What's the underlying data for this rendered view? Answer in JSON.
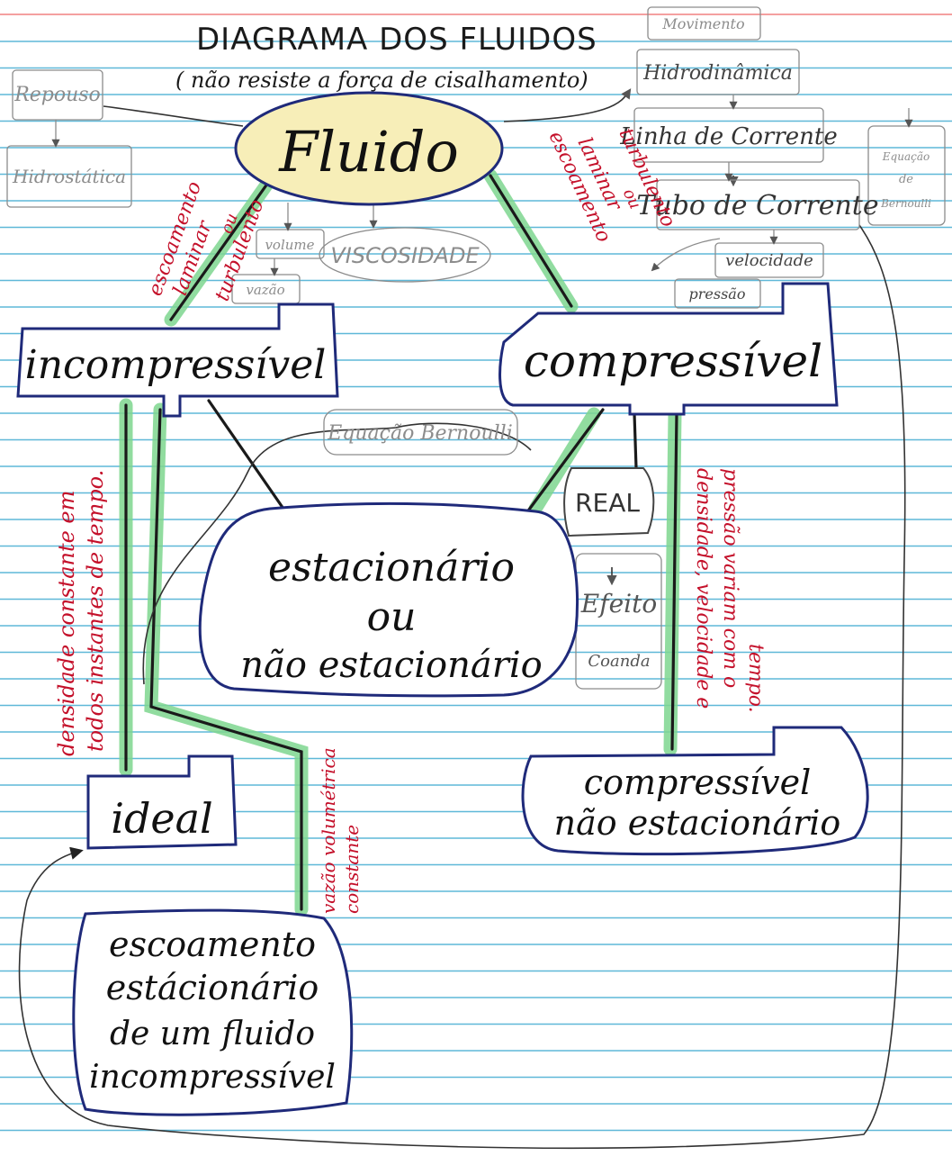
{
  "title": "DIAGRAMA DOS FLUIDOS",
  "subtitle": "( não resiste a força de cisalhamento)",
  "palette": {
    "paper": "#ffffff",
    "ruled_line": "#5fb8d8",
    "margin_line": "#f4a0a0",
    "ink": "#1a1a1a",
    "box_border": "#1f2a7a",
    "fluido_fill": "#f7eeb8",
    "highlight": "#7ed68f",
    "red_ink": "#c4102a",
    "pencil": "#8c8c8c"
  },
  "nodes": {
    "fluido": "Fluido",
    "incompressivel": "incompressível",
    "compressivel": "compressível",
    "estacionario": [
      "estacionário",
      "ou",
      "não estacionário"
    ],
    "ideal": "ideal",
    "compressivel_nao_estacionario": [
      "compressível",
      "não estacionário"
    ],
    "escoamento_final": [
      "escoamento",
      "estácionário",
      "de um fluido",
      "incompressível"
    ],
    "real": "REAL"
  },
  "pencil_nodes": {
    "movimento": "Movimento",
    "hidrodinamica": "Hidrodinâmica",
    "linha_corrente": "Linha de Corrente",
    "tubo_corrente": "Tubo de Corrente",
    "velocidade": "velocidade",
    "pressao": "pressão",
    "repouso": "Repouso",
    "hidrostatica": "Hidrostática",
    "volume": "volume",
    "viscosidade": "VISCOSIDADE",
    "vazao": "vazão",
    "equacao_bernoulli": "Equação Bernoulli",
    "efeito_coanda": [
      "Efeito",
      "Coanda"
    ],
    "bernoulli_right": [
      "Equação",
      "de",
      "Bernoulli"
    ]
  },
  "edge_labels": {
    "left_fluido": [
      "escoamento",
      "laminar",
      "ou",
      "turbulento"
    ],
    "right_fluido": [
      "escoamento",
      "laminar",
      "ou",
      "turbulento"
    ],
    "densidade_constante": [
      "densidade constante em",
      "todos instantes de tempo."
    ],
    "densidade_variam": [
      "densidade, velocidade e",
      "pressão variam com o",
      "tempo."
    ],
    "vazao_constante": [
      "vazão volumétrica",
      "constante"
    ]
  }
}
